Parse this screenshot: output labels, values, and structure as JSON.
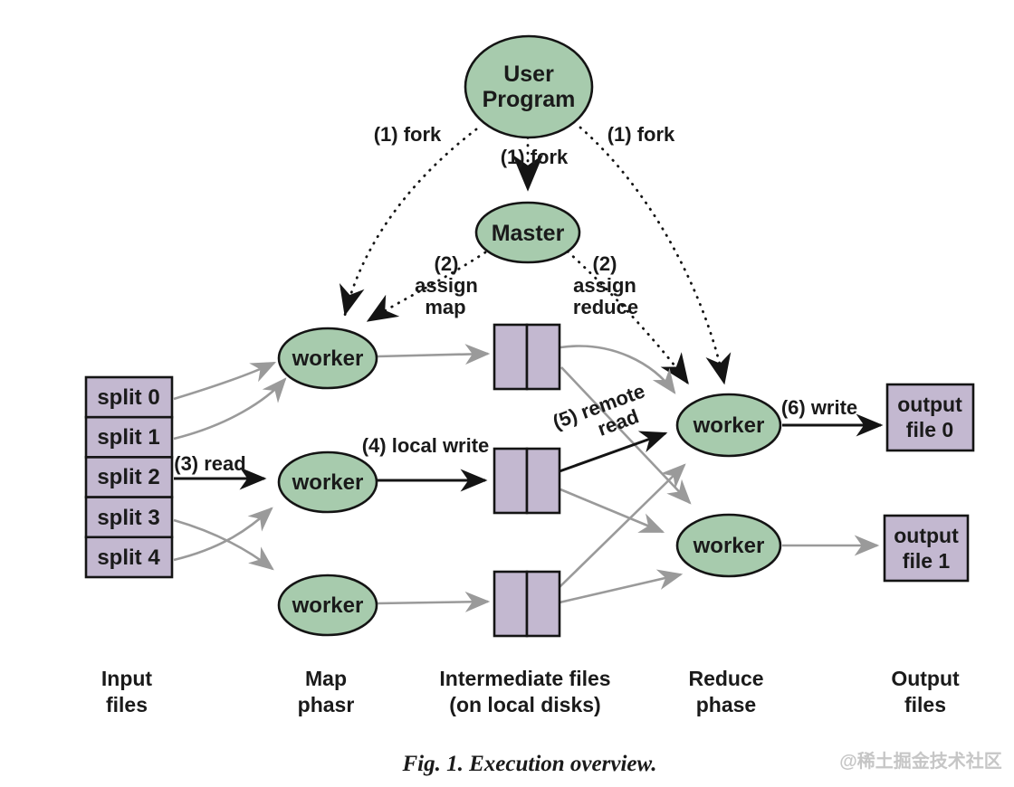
{
  "figure": {
    "caption": "Fig. 1. Execution overview.",
    "watermark": "@稀土掘金技术社区",
    "colors": {
      "node_fill": "#a7cbad",
      "file_fill": "#c3b8d0",
      "outline": "#141414",
      "gray_edge": "#9a9a9a",
      "black_edge": "#141414",
      "watermark": "#c6c6c6"
    },
    "nodes": {
      "user_program": {
        "lines": [
          "User",
          "Program"
        ]
      },
      "master": {
        "label": "Master"
      },
      "map_workers": [
        {
          "label": "worker"
        },
        {
          "label": "worker"
        },
        {
          "label": "worker"
        }
      ],
      "reduce_workers": [
        {
          "label": "worker"
        },
        {
          "label": "worker"
        }
      ],
      "splits": [
        {
          "label": "split 0"
        },
        {
          "label": "split 1"
        },
        {
          "label": "split 2"
        },
        {
          "label": "split 3"
        },
        {
          "label": "split 4"
        }
      ],
      "output_files": [
        {
          "lines": [
            "output",
            "file 0"
          ]
        },
        {
          "lines": [
            "output",
            "file 1"
          ]
        }
      ]
    },
    "edge_labels": {
      "fork_left": "(1) fork",
      "fork_center": "(1) fork",
      "fork_right": "(1) fork",
      "assign_map": {
        "lines": [
          "(2)",
          "assign",
          "map"
        ]
      },
      "assign_reduce": {
        "lines": [
          "(2)",
          "assign",
          "reduce"
        ]
      },
      "read": "(3) read",
      "local_write": "(4) local write",
      "remote_read": {
        "lines": [
          "(5) remote",
          "read"
        ]
      },
      "write": "(6) write"
    },
    "column_labels": {
      "input": {
        "lines": [
          "Input",
          "files"
        ]
      },
      "map": {
        "lines": [
          "Map",
          "phasr"
        ]
      },
      "intermediate": {
        "lines": [
          "Intermediate files",
          "(on local disks)"
        ]
      },
      "reduce": {
        "lines": [
          "Reduce",
          "phase"
        ]
      },
      "output": {
        "lines": [
          "Output",
          "files"
        ]
      }
    }
  }
}
